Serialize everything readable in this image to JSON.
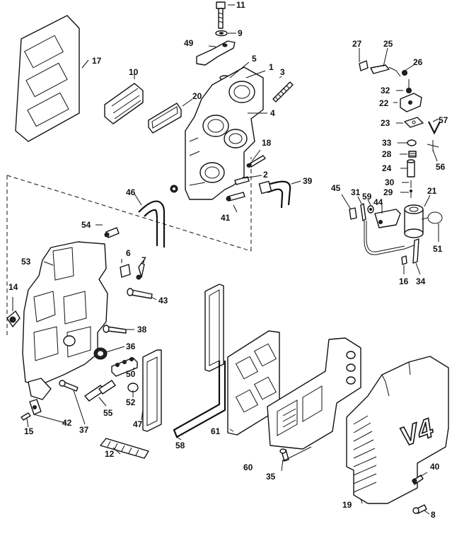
{
  "diagram": {
    "callouts": [
      "11",
      "9",
      "49",
      "5",
      "1",
      "3",
      "4",
      "17",
      "10",
      "20",
      "18",
      "2",
      "39",
      "41",
      "46",
      "54",
      "6",
      "7",
      "53",
      "43",
      "14",
      "38",
      "36",
      "50",
      "52",
      "55",
      "37",
      "42",
      "15",
      "47",
      "12",
      "58",
      "61",
      "60",
      "35",
      "19",
      "40",
      "8",
      "27",
      "25",
      "26",
      "32",
      "22",
      "23",
      "57",
      "33",
      "28",
      "24",
      "56",
      "30",
      "29",
      "21",
      "45",
      "31",
      "59",
      "44",
      "51",
      "16",
      "34"
    ],
    "cover_logo": "V4"
  }
}
